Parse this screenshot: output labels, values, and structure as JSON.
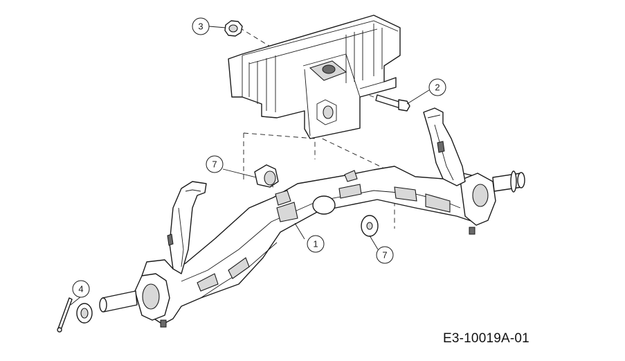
{
  "callouts": [
    {
      "id": "callout-1",
      "label": "1"
    },
    {
      "id": "callout-2",
      "label": "2"
    },
    {
      "id": "callout-3",
      "label": "3"
    },
    {
      "id": "callout-4",
      "label": "4"
    },
    {
      "id": "callout-7a",
      "label": "7"
    },
    {
      "id": "callout-7b",
      "label": "7"
    }
  ],
  "drawing_id": "E3-10019A-01"
}
